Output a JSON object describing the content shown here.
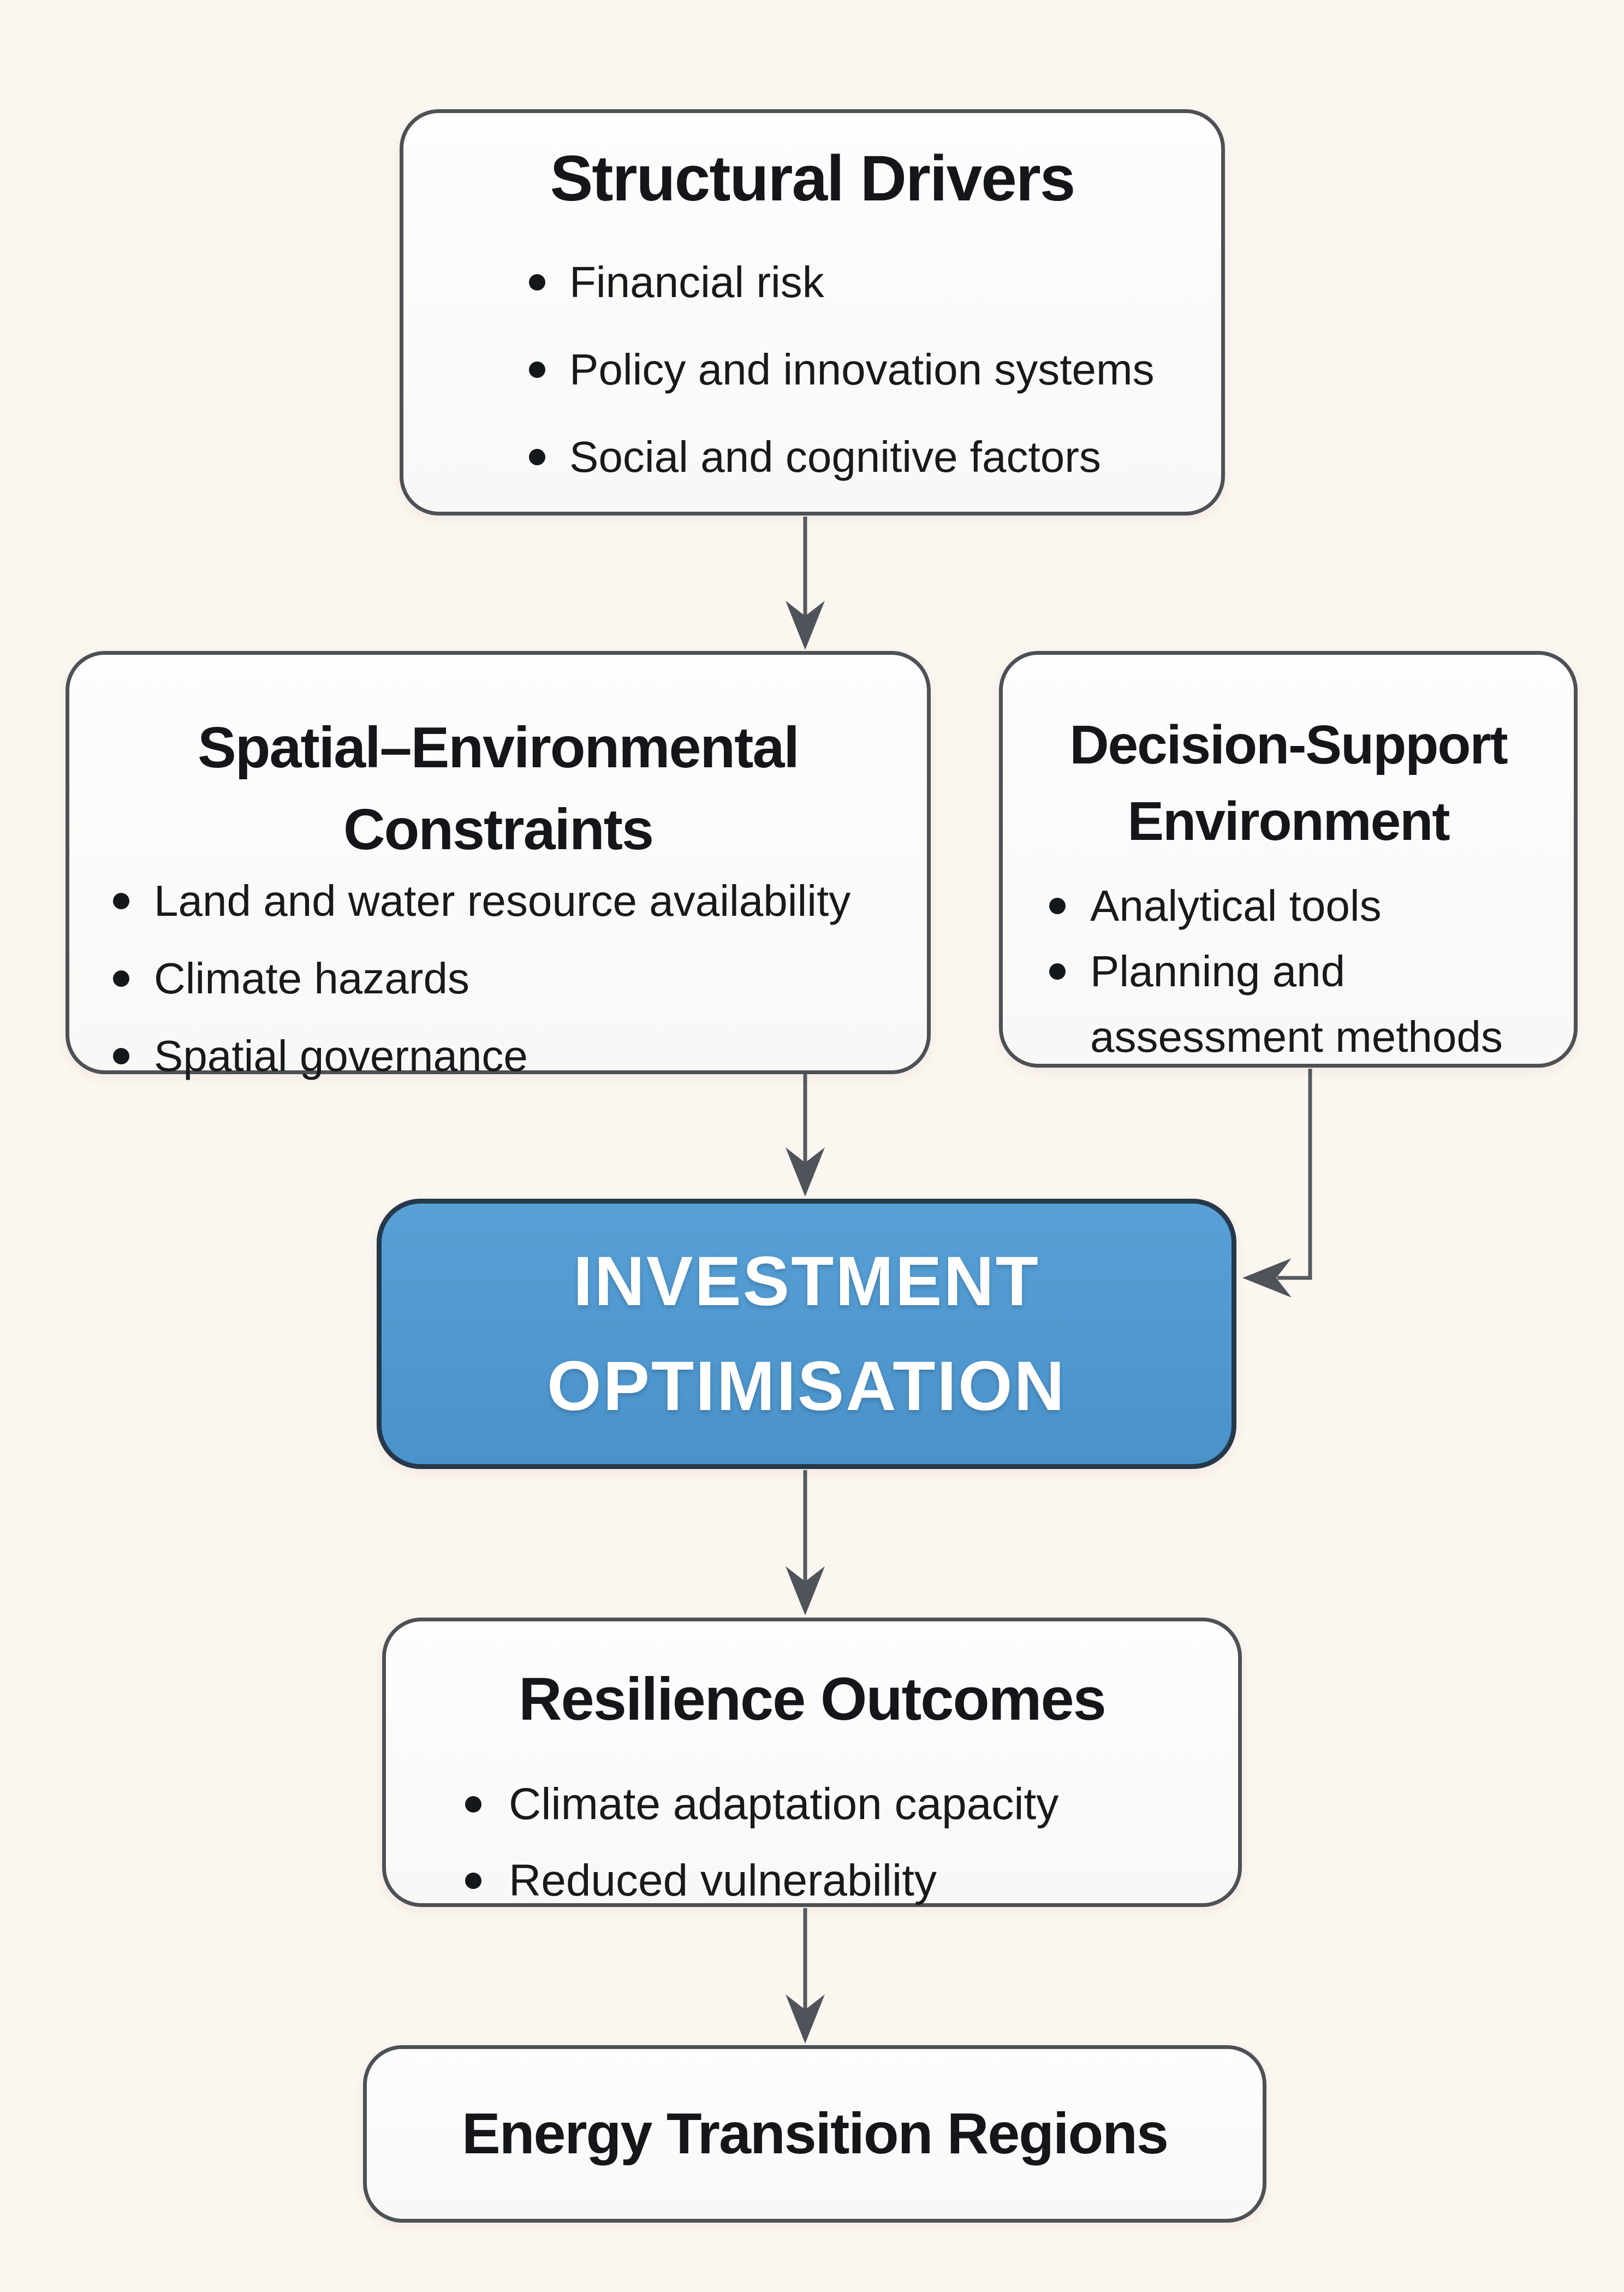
{
  "background": "#fcf6f0",
  "palette": {
    "box_fill": "#fdfdfd",
    "box_border": "#4c5156",
    "arrow": "#565b60",
    "accent_fill": "#4f98d0",
    "accent_border": "#26394a",
    "accent_text": "#ffffff",
    "text": "#17191b"
  },
  "nodes": {
    "structural_drivers": {
      "title": "Structural Drivers",
      "bullets": [
        "Financial risk",
        "Policy and innovation systems",
        "Social and cognitive factors"
      ]
    },
    "spatial_environmental_constraints": {
      "title_line1": "Spatial–Environmental",
      "title_line2": "Constraints",
      "bullets": [
        "Land and water resource availability",
        "Climate hazards",
        "Spatial governance"
      ]
    },
    "decision_support_environment": {
      "title_line1": "Decision-Support",
      "title_line2": "Environment",
      "bullets": [
        "Analytical tools",
        "Planning and assessment methods"
      ]
    },
    "investment_optimisation": {
      "title_line1": "INVESTMENT",
      "title_line2": "OPTIMISATION"
    },
    "resilience_outcomes": {
      "title": "Resilience Outcomes",
      "bullets": [
        "Climate adaptation capacity",
        "Reduced vulnerability"
      ]
    },
    "energy_transition_regions": {
      "title": "Energy Transition Regions"
    }
  }
}
